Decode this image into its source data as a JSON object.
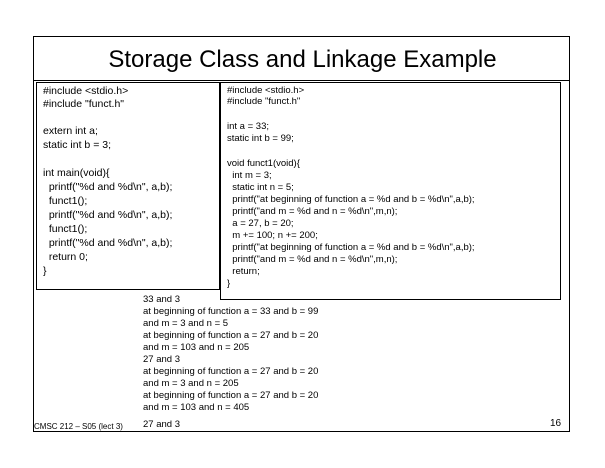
{
  "slide": {
    "title": "Storage Class and Linkage Example",
    "left_code": [
      "#include <stdio.h>",
      "#include \"funct.h\"",
      "",
      "extern int a;",
      "static int b = 3;",
      "",
      "int main(void){",
      "  printf(\"%d and %d\\n\", a,b);",
      "  funct1();",
      "  printf(\"%d and %d\\n\", a,b);",
      "  funct1();",
      "  printf(\"%d and %d\\n\", a,b);",
      "  return 0;",
      "}"
    ],
    "right_code": [
      "#include <stdio.h>",
      "#include \"funct.h\"",
      "",
      "int a = 33;",
      "static int b = 99;",
      "",
      "void funct1(void){",
      "  int m = 3;",
      "  static int n = 5;",
      "  printf(\"at beginning of function a = %d and b = %d\\n\",a,b);",
      "  printf(\"and m = %d and n = %d\\n\",m,n);",
      "  a = 27, b = 20;",
      "  m += 100; n += 200;",
      "  printf(\"at beginning of function a = %d and b = %d\\n\",a,b);",
      "  printf(\"and m = %d and n = %d\\n\",m,n);",
      "  return;",
      "}"
    ],
    "output": [
      "33 and 3",
      "at beginning of function a = 33 and b = 99",
      "and m = 3 and n = 5",
      "at beginning of function a = 27 and b = 20",
      "and m = 103 and n = 205",
      "27 and 3",
      "at beginning of function a = 27 and b = 20",
      "and m = 3 and n = 205",
      "at beginning of function a = 27 and b = 20",
      "and m = 103 and n = 405",
      "27 and 3"
    ],
    "footer": "CMSC 212 – S05 (lect 3)",
    "page_number": "16"
  }
}
